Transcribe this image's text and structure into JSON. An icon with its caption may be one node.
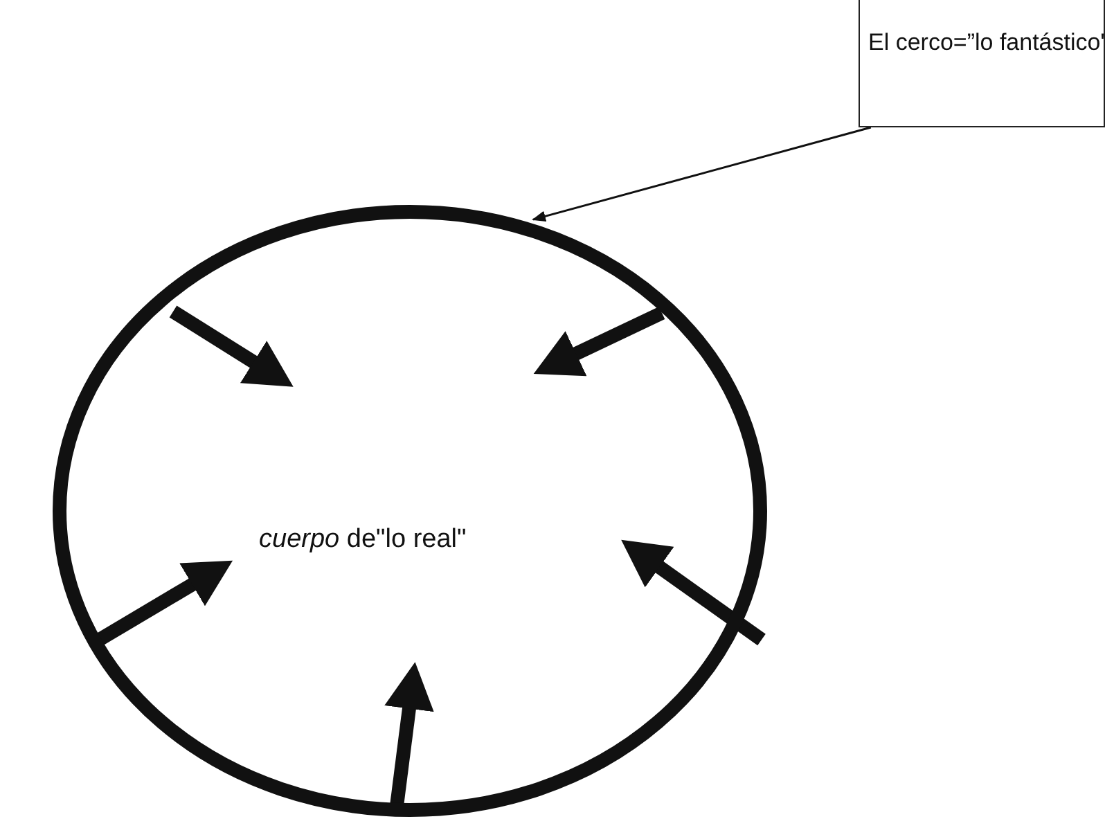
{
  "diagram": {
    "nodes": [
      {
        "text": [
          "El cerco=”lo fantástico\""
        ]
      },
      {
        "text": [
          "*cuerpo* de\"lo real\""
        ]
      }
    ],
    "edges": [
      {
        "from": 0,
        "to": 1,
        "arrow": "to"
      }
    ]
  }
}
